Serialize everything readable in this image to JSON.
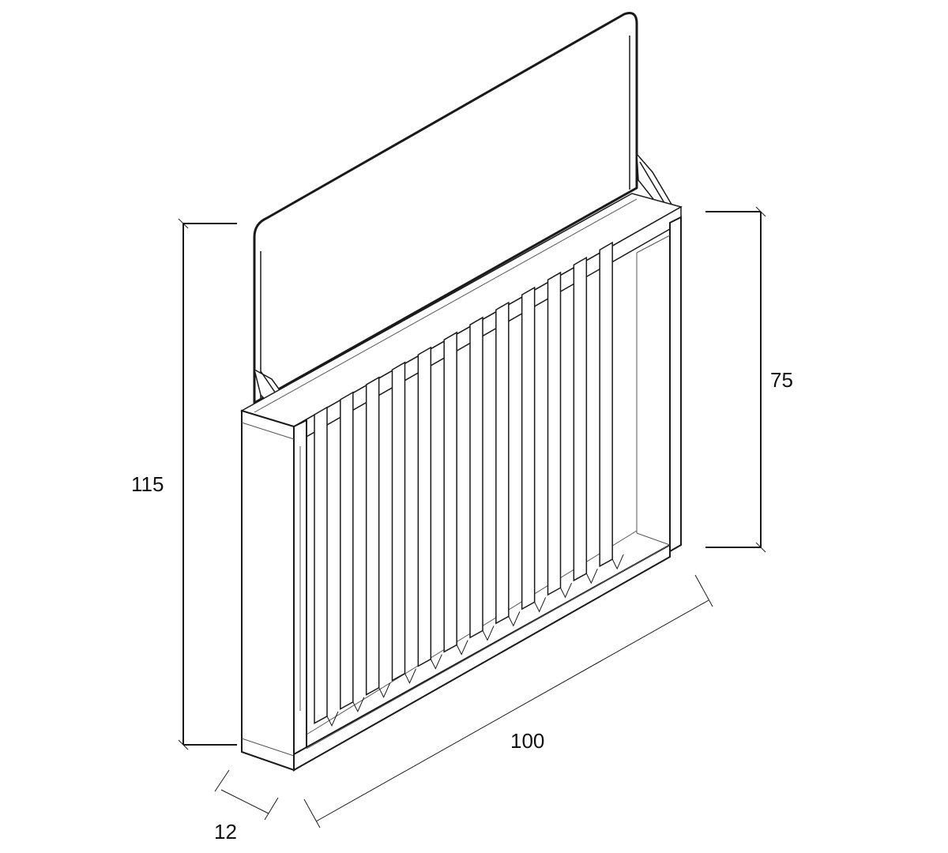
{
  "dimensions": {
    "total_height": "115",
    "rack_height": "75",
    "width": "100",
    "depth": "12"
  },
  "colors": {
    "line": "#1a1a1a",
    "thin_line": "#555555",
    "fill": "#ffffff"
  }
}
